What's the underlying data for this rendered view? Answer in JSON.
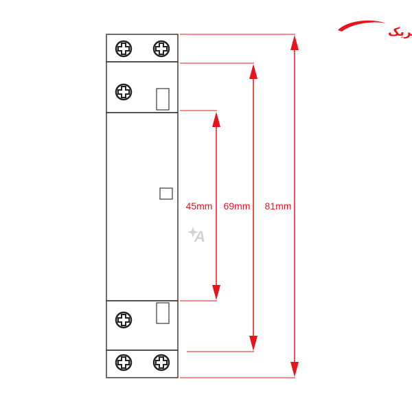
{
  "logo": {
    "text": "آناالکتریک",
    "color": "#e8141b",
    "icon": "car-swoosh-icon"
  },
  "watermark": {
    "letter": "A",
    "icon": "star-sparkle-icon"
  },
  "dimensions": [
    {
      "id": "dim-45",
      "value_mm": 45,
      "label": "45mm"
    },
    {
      "id": "dim-69",
      "value_mm": 69,
      "label": "69mm"
    },
    {
      "id": "dim-81",
      "value_mm": 81,
      "label": "81mm"
    }
  ],
  "colors": {
    "dimension_line": "#e8141b",
    "device_outline": "#3a3a3a"
  }
}
